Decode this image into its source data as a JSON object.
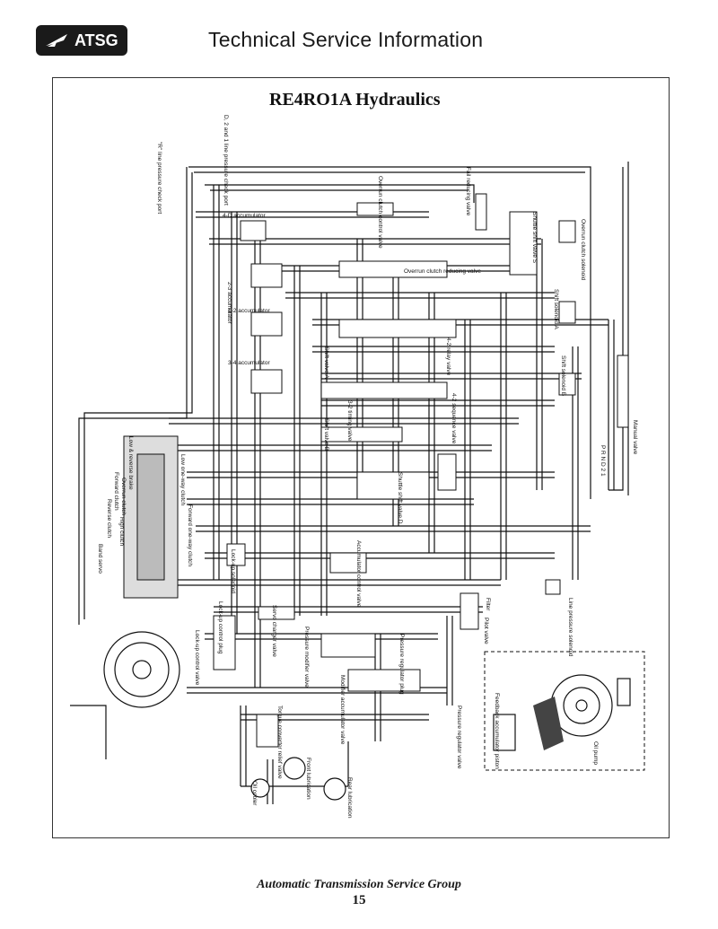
{
  "header": {
    "logo_text": "ATSG",
    "title": "Technical Service Information"
  },
  "diagram": {
    "title": "RE4RO1A Hydraulics",
    "labels": {
      "r_port": "\"R\" line pressure check port",
      "d21_port": "D, 2 and 1 line pressure check port",
      "acc_4d": "4-D accumulator",
      "acc_23": "2-3 accumulator",
      "acc_12": "1-2 accumulator",
      "acc_34": "3-4 accumulator",
      "overrun_control": "Overrun clutch control valve",
      "fail_reducing": "Fail reducing valve",
      "shuttle_s": "Shuttle shift valve S",
      "overrun_solenoid": "Overrun clutch solenoid",
      "overrun_reducing": "Overrun clutch reducing valve",
      "shift_sol_a": "Shift solenoid A",
      "shift_valve_a": "Shift valve A",
      "relay_42": "4-2 relay valve",
      "shift_sol_b": "Shift solenoid B",
      "shift_valve_b": "Shift valve B",
      "sequence_42": "4-2 sequence valve",
      "timing_32": "3-2 timing valve",
      "manual_valve": "Manual valve",
      "prnd21": "P R N D 2 1",
      "low_reverse": "Low & reverse brake",
      "low_oneway": "Low one-way clutch",
      "reverse_clutch": "Reverse clutch",
      "forward_clutch": "Forward clutch",
      "overrun_clutch": "Overrun clutch",
      "high_clutch": "High clutch",
      "forward_oneway": "Forward one-way clutch",
      "band_servo": "Band servo",
      "shuttle_d": "Shuttle shift valve D",
      "lockup_solenoid": "Lock-up solenoid",
      "acc_control": "Accumulator control valve",
      "line_pressure_sol": "Line pressure solenoid",
      "filter": "Filter",
      "pilot_valve": "Pilot valve",
      "lockup_plug": "Lock-up control plug",
      "lockup_valve": "Lock-up control valve",
      "servo_charger": "Servo charger valve",
      "pressure_modifier": "Pressure modifier valve",
      "pressure_reg_plug": "Pressure regulator plug",
      "modifier_acc": "Modifier accumulator valve",
      "pressure_regulator": "Pressure regulator valve",
      "feedback_acc": "Feedback accumulator piston",
      "torque_relief": "Torque converter relief valve",
      "front_lube": "Front lubrication",
      "rear_lube": "Rear lubrication",
      "oil_cooler": "Oil cooler",
      "oil_pump": "Oil pump"
    }
  },
  "footer": {
    "org": "Automatic Transmission Service Group",
    "page": "15"
  }
}
